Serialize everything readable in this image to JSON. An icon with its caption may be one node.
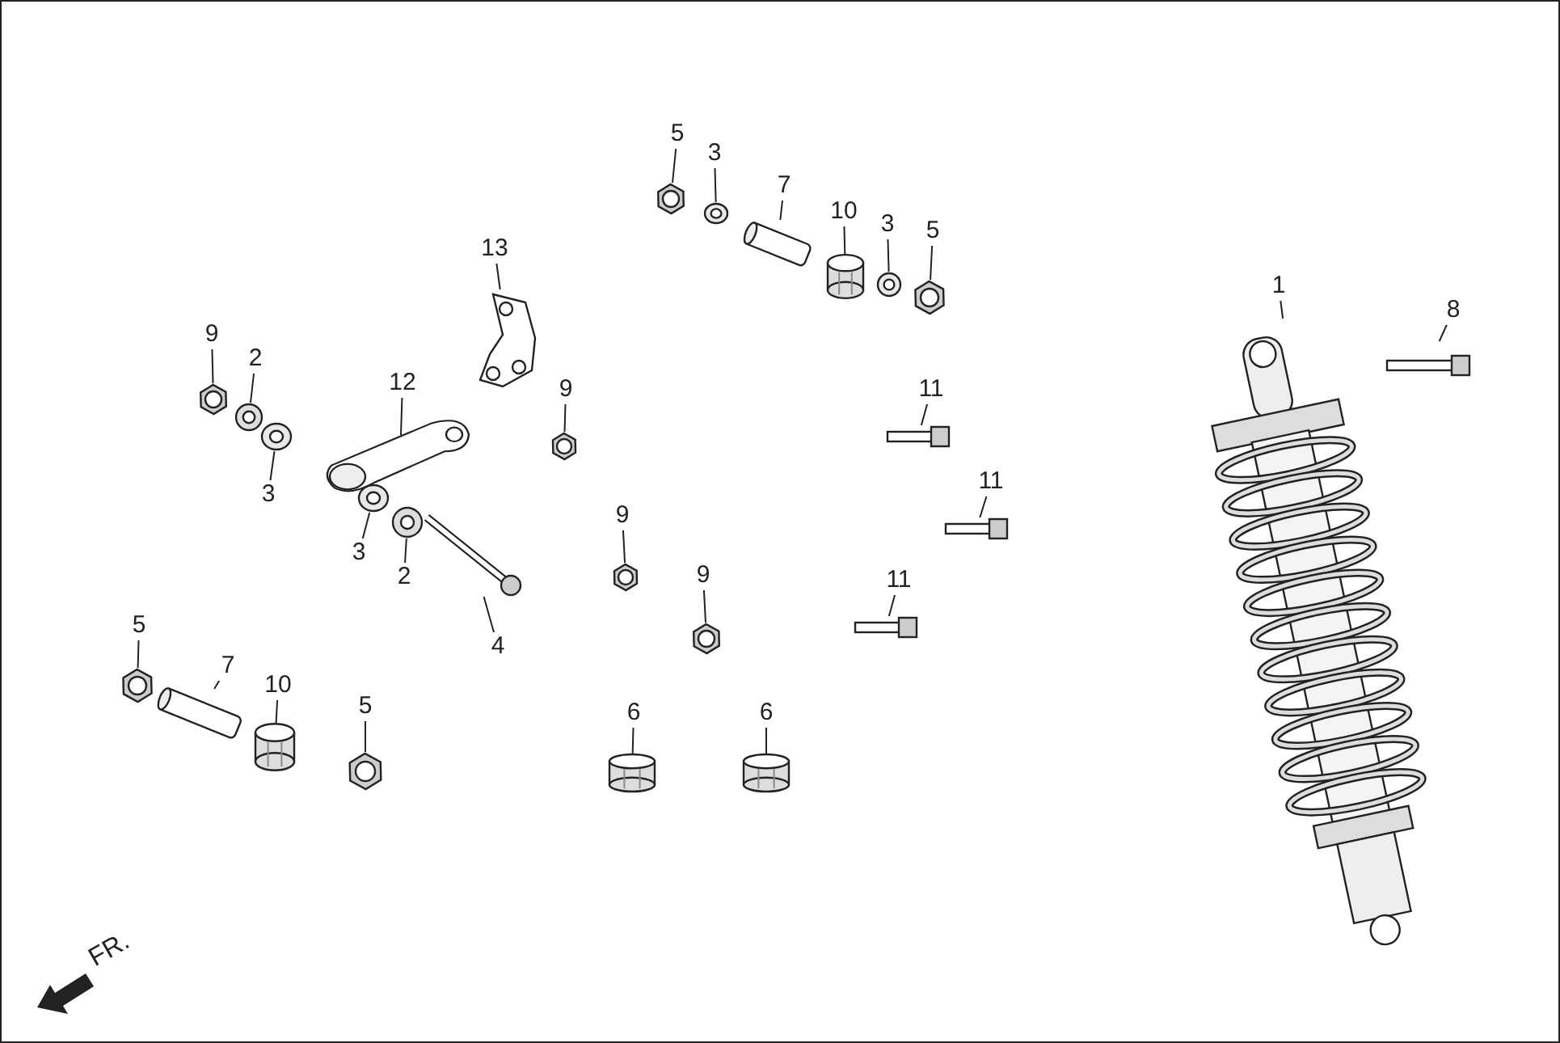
{
  "diagram": {
    "nodes": [
      {
        "text": [
          "5"
        ]
      },
      {
        "text": [],
        "shape": "picture"
      },
      {
        "text": [
          "3"
        ]
      },
      {
        "text": [],
        "shape": "picture"
      },
      {
        "text": [
          "7"
        ]
      },
      {
        "text": [],
        "shape": "picture"
      },
      {
        "text": [
          "10"
        ]
      },
      {
        "text": [],
        "shape": "cylinder"
      },
      {
        "text": [
          "3"
        ]
      },
      {
        "text": [],
        "shape": "picture"
      },
      {
        "text": [
          "5"
        ]
      },
      {
        "text": [],
        "shape": "picture"
      },
      {
        "text": [
          "13"
        ]
      },
      {
        "text": [],
        "shape": "picture"
      },
      {
        "text": [
          "1"
        ]
      },
      {
        "text": [],
        "shape": "picture"
      },
      {
        "text": [
          "8"
        ]
      },
      {
        "text": [],
        "shape": "picture"
      },
      {
        "text": [
          "9"
        ]
      },
      {
        "text": [],
        "shape": "picture"
      },
      {
        "text": [
          "2"
        ]
      },
      {
        "text": [],
        "shape": "circle"
      },
      {
        "text": [
          "12"
        ]
      },
      {
        "text": [],
        "shape": "picture"
      },
      {
        "text": [
          "9"
        ]
      },
      {
        "text": [],
        "shape": "picture"
      },
      {
        "text": [
          "11"
        ]
      },
      {
        "text": [],
        "shape": "picture"
      },
      {
        "text": [
          "3"
        ]
      },
      {
        "text": [],
        "shape": "picture"
      },
      {
        "text": [
          "11"
        ]
      },
      {
        "text": [],
        "shape": "picture"
      },
      {
        "text": [
          "9"
        ]
      },
      {
        "text": [],
        "shape": "picture"
      },
      {
        "text": [
          "3"
        ]
      },
      {
        "text": [],
        "shape": "picture"
      },
      {
        "text": [
          "2"
        ]
      },
      {
        "text": [],
        "shape": "circle"
      },
      {
        "text": [
          "9"
        ]
      },
      {
        "text": [],
        "shape": "picture"
      },
      {
        "text": [
          "11"
        ]
      },
      {
        "text": [],
        "shape": "picture"
      },
      {
        "text": [
          "4"
        ]
      },
      {
        "text": [],
        "shape": "picture"
      },
      {
        "text": [
          "5"
        ]
      },
      {
        "text": [],
        "shape": "picture"
      },
      {
        "text": [
          "7"
        ]
      },
      {
        "text": [],
        "shape": "picture"
      },
      {
        "text": [
          "10"
        ]
      },
      {
        "text": [],
        "shape": "cylinder"
      },
      {
        "text": [
          "5"
        ]
      },
      {
        "text": [],
        "shape": "picture"
      },
      {
        "text": [
          "6"
        ]
      },
      {
        "text": [],
        "shape": "cylinder"
      },
      {
        "text": [
          "6"
        ]
      },
      {
        "text": [],
        "shape": "cylinder"
      }
    ],
    "edges": [
      {
        "from": 0,
        "to": 1,
        "arrow": "none"
      },
      {
        "from": 2,
        "to": 3,
        "arrow": "none"
      },
      {
        "from": 4,
        "to": 5,
        "arrow": "none"
      },
      {
        "from": 6,
        "to": 7,
        "arrow": "none"
      },
      {
        "from": 8,
        "to": 9,
        "arrow": "none"
      },
      {
        "from": 10,
        "to": 11,
        "arrow": "none"
      },
      {
        "from": 12,
        "to": 13,
        "arrow": "none"
      },
      {
        "from": 14,
        "to": 15,
        "arrow": "none"
      },
      {
        "from": 16,
        "to": 17,
        "arrow": "none"
      },
      {
        "from": 18,
        "to": 19,
        "arrow": "none"
      },
      {
        "from": 20,
        "to": 21,
        "arrow": "none"
      },
      {
        "from": 22,
        "to": 23,
        "arrow": "none"
      },
      {
        "from": 24,
        "to": 25,
        "arrow": "none"
      },
      {
        "from": 26,
        "to": 27,
        "arrow": "none"
      },
      {
        "from": 28,
        "to": 29,
        "arrow": "none"
      },
      {
        "from": 30,
        "to": 31,
        "arrow": "none"
      },
      {
        "from": 32,
        "to": 33,
        "arrow": "none"
      },
      {
        "from": 34,
        "to": 35,
        "arrow": "none"
      },
      {
        "from": 36,
        "to": 37,
        "arrow": "none"
      },
      {
        "from": 38,
        "to": 39,
        "arrow": "none"
      },
      {
        "from": 40,
        "to": 41,
        "arrow": "none"
      },
      {
        "from": 42,
        "to": 43,
        "arrow": "none"
      },
      {
        "from": 44,
        "to": 45,
        "arrow": "none"
      },
      {
        "from": 46,
        "to": 47,
        "arrow": "none"
      },
      {
        "from": 48,
        "to": 49,
        "arrow": "none"
      },
      {
        "from": 50,
        "to": 51,
        "arrow": "none"
      },
      {
        "from": 52,
        "to": 53,
        "arrow": "none"
      },
      {
        "from": 54,
        "to": 55,
        "arrow": "none"
      }
    ],
    "labels": [
      "FR."
    ]
  }
}
